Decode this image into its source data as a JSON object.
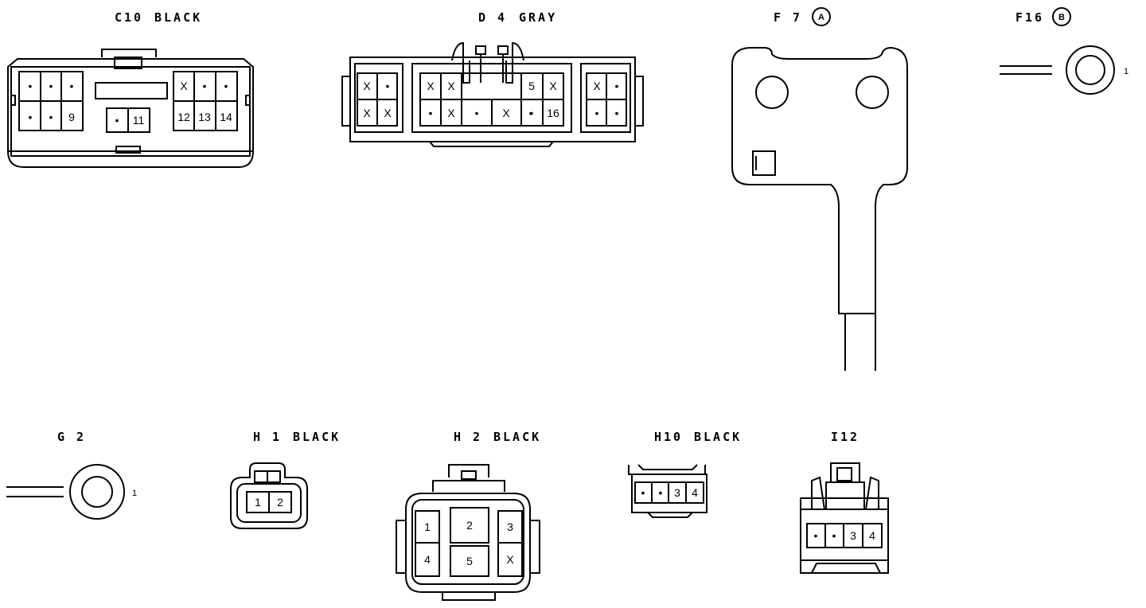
{
  "connectors": {
    "c10": {
      "code": "C10",
      "color": "BLACK",
      "pins": [
        "•",
        "•",
        "•",
        "X",
        "•",
        "•",
        "•",
        "•",
        "9",
        "•",
        "11",
        "12",
        "13",
        "14"
      ]
    },
    "d4": {
      "code": "D 4",
      "color": "GRAY",
      "pins": [
        "X",
        "•",
        "X",
        "X",
        "X",
        "X",
        "•",
        "X",
        "•",
        "X",
        "•",
        "5",
        "X",
        "•",
        "16",
        "X",
        "•",
        "•",
        "•"
      ]
    },
    "f7": {
      "code": "F 7",
      "badge": "A"
    },
    "f16": {
      "code": "F16",
      "badge": "B",
      "pin": "1"
    },
    "g2": {
      "code": "G 2",
      "pin": "1"
    },
    "h1": {
      "code": "H 1",
      "color": "BLACK",
      "pins": [
        "1",
        "2"
      ]
    },
    "h2": {
      "code": "H 2",
      "color": "BLACK",
      "pins": [
        "1",
        "2",
        "3",
        "4",
        "5",
        "X"
      ]
    },
    "h10": {
      "code": "H10",
      "color": "BLACK",
      "pins": [
        "•",
        "•",
        "3",
        "4"
      ]
    },
    "i12": {
      "code": "I12",
      "pins": [
        "•",
        "•",
        "3",
        "4"
      ]
    }
  }
}
